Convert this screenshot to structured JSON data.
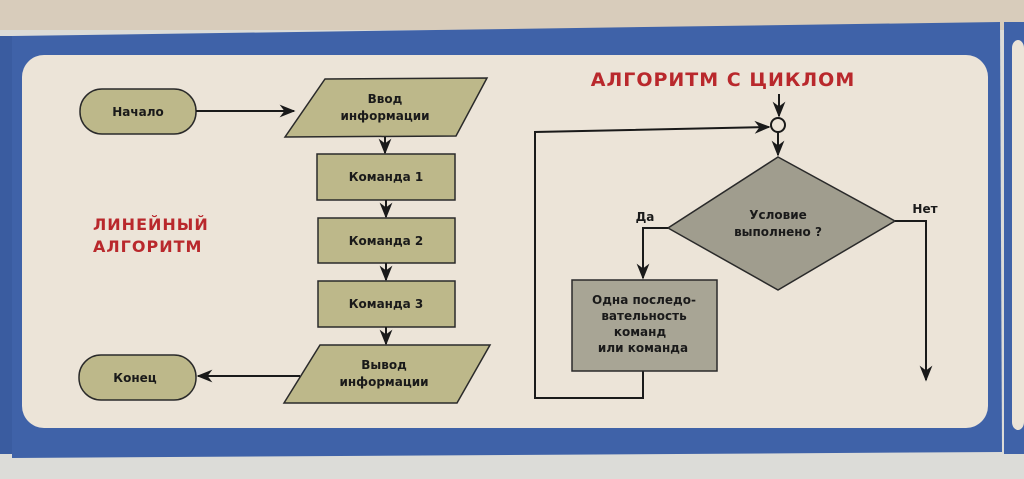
{
  "linear": {
    "title_line1": "Линейный",
    "title_line2": "алгоритм",
    "start": "Начало",
    "input_line1": "Ввод",
    "input_line2": "информации",
    "commands": [
      "Команда 1",
      "Команда 2",
      "Команда 3"
    ],
    "output_line1": "Вывод",
    "output_line2": "информации",
    "end": "Конец"
  },
  "loop": {
    "title": "Алгоритм с циклом",
    "condition_line1": "Условие",
    "condition_line2": "выполнено ?",
    "yes": "Да",
    "no": "Нет",
    "body_lines": [
      "Одна последо-",
      "вательность",
      "команд",
      "или команда"
    ]
  },
  "colors": {
    "frame": "#3f62a8",
    "panel": "#ece4d8",
    "khaki": "#bdb88a",
    "gray": "#a09d8e",
    "title_red": "#b9282c"
  }
}
